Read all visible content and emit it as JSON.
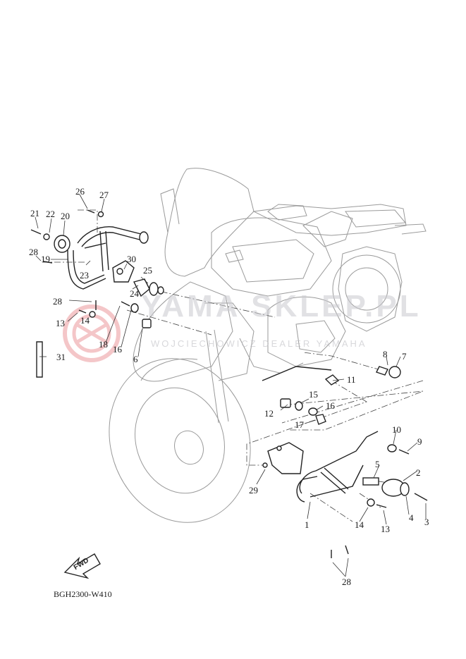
{
  "diagram": {
    "catalog_code": "BGH2300-W410",
    "fwd_label": "FWD",
    "watermark": {
      "brand": "YAMA SKLEP.PL",
      "tagline": "WOJCIECHOWICZ DEALER YAMAHA"
    },
    "callouts": [
      "1",
      "2",
      "3",
      "4",
      "5",
      "6",
      "7",
      "8",
      "9",
      "10",
      "11",
      "12",
      "13",
      "14",
      "15",
      "16",
      "17",
      "18",
      "19",
      "20",
      "21",
      "22",
      "23",
      "24",
      "25",
      "26",
      "27",
      "28",
      "29",
      "30",
      "31"
    ],
    "colors": {
      "line": "#555555",
      "leader": "#333333",
      "watermark_red": "#d9363e"
    }
  }
}
